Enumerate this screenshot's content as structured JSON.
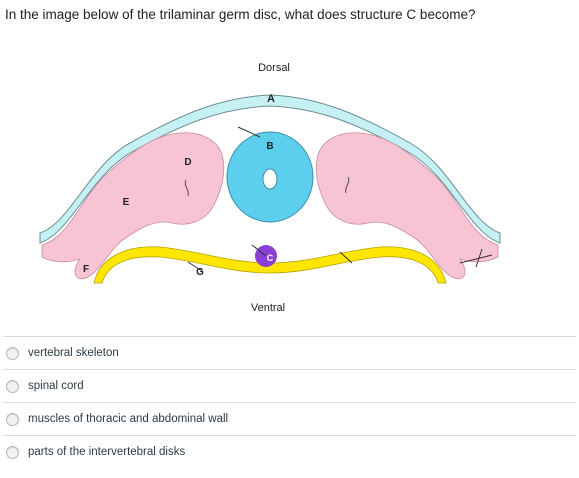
{
  "question": {
    "text": "In the image below of the trilaminar germ disc, what does structure C become?"
  },
  "diagram": {
    "top_label": "Dorsal",
    "bottom_label": "Ventral",
    "labels": {
      "a": "A",
      "b": "B",
      "c": "C",
      "d": "D",
      "e": "E",
      "f": "F",
      "g": "G"
    },
    "colors": {
      "ectoderm": "#c6f1f4",
      "ectoderm_stroke": "#6d8d93",
      "neural_tube": "#5ccfee",
      "mesoderm": "#f7c4d3",
      "endoderm": "#ffe600",
      "notochord": "#8a3fd6"
    }
  },
  "answers": [
    {
      "label": "vertebral skeleton"
    },
    {
      "label": "spinal cord"
    },
    {
      "label": "muscles of thoracic and abdominal wall"
    },
    {
      "label": "parts of the intervertebral disks"
    }
  ]
}
